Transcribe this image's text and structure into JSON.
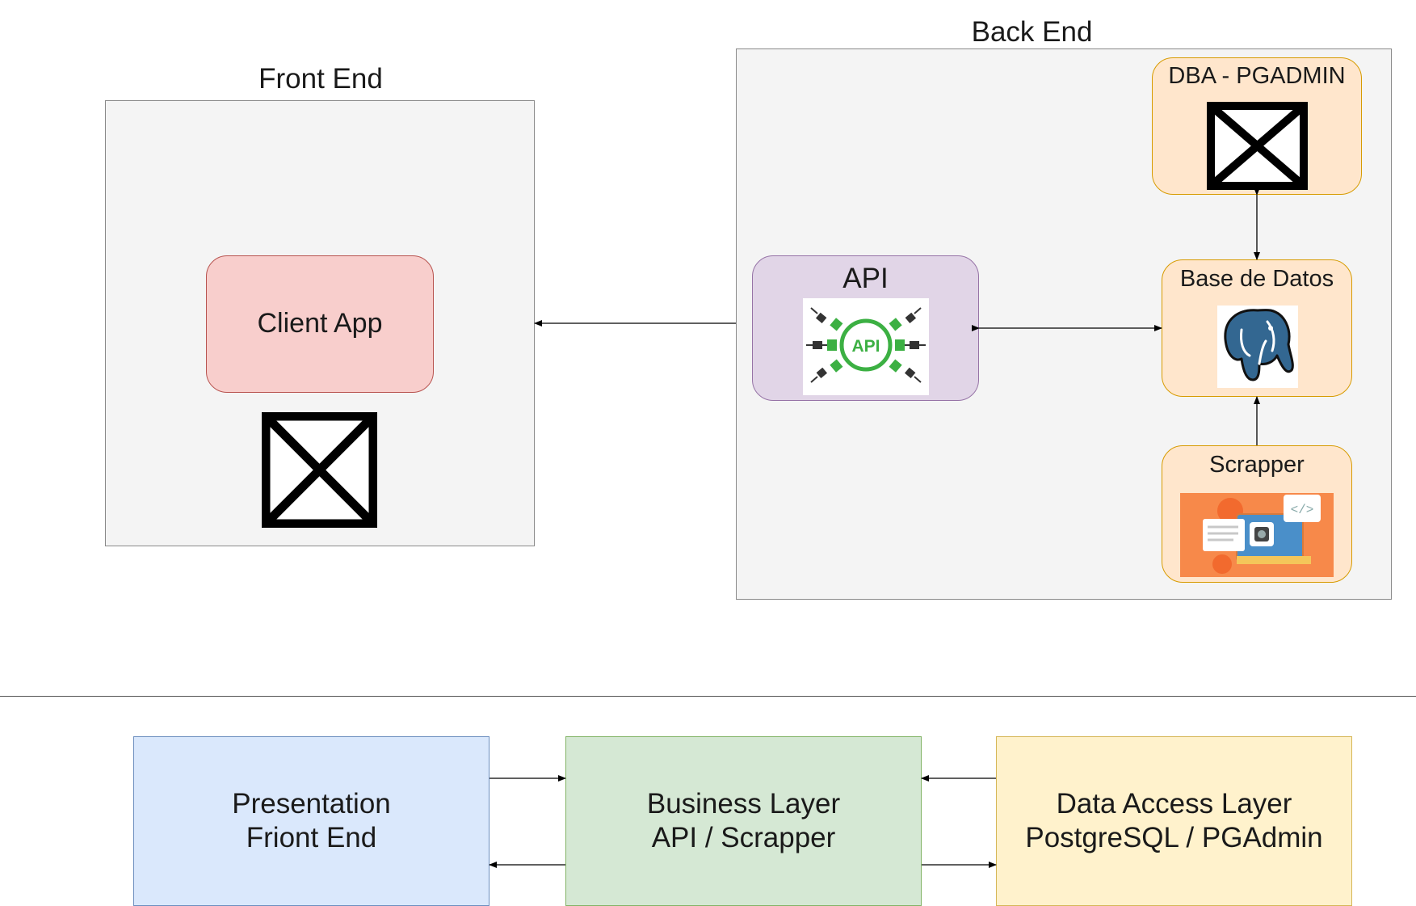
{
  "front_end": {
    "title": "Front End",
    "client_app": {
      "label": "Client App",
      "fill": "#f8cecc",
      "stroke": "#b85450"
    },
    "image_placeholder_icon": "broken-image-icon"
  },
  "back_end": {
    "title": "Back End",
    "api": {
      "label": "API",
      "icon_text": "API",
      "fill": "#e1d5e7",
      "stroke": "#9673a6"
    },
    "dba": {
      "label": "DBA - PGADMIN",
      "fill": "#ffe6cc",
      "stroke": "#d79b00",
      "icon": "broken-image-icon"
    },
    "database": {
      "label": "Base de Datos",
      "fill": "#ffe6cc",
      "stroke": "#d79b00",
      "icon": "postgresql-elephant-icon"
    },
    "scrapper": {
      "label": "Scrapper",
      "fill": "#ffe6cc",
      "stroke": "#d79b00",
      "icon": "web-scraper-illustration-icon"
    }
  },
  "layers": [
    {
      "line1": "Presentation",
      "line2": "Friont End",
      "fill": "#dae8fc",
      "stroke": "#6c8ebf"
    },
    {
      "line1": "Business Layer",
      "line2": "API / Scrapper",
      "fill": "#d5e8d4",
      "stroke": "#82b366"
    },
    {
      "line1": "Data Access Layer",
      "line2": "PostgreSQL / PGAdmin",
      "fill": "#fff2cc",
      "stroke": "#d6b656"
    }
  ],
  "api_icon_color": "#3cb043"
}
